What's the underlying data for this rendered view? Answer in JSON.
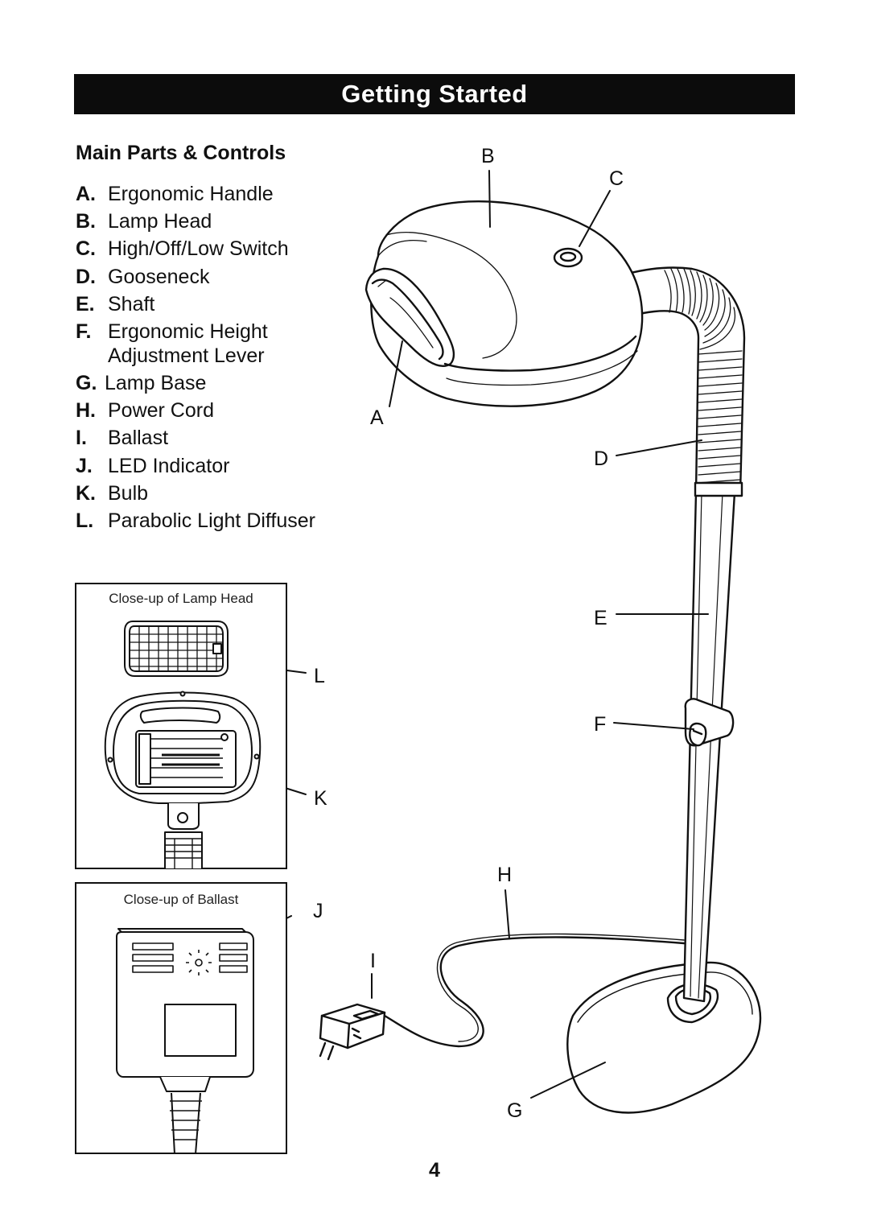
{
  "banner": {
    "title": "Getting Started"
  },
  "section": {
    "title": "Main Parts & Controls"
  },
  "parts": [
    {
      "key": "A.",
      "label": "Ergonomic Handle"
    },
    {
      "key": "B.",
      "label": "Lamp Head"
    },
    {
      "key": "C.",
      "label": "High/Off/Low Switch"
    },
    {
      "key": "D.",
      "label": "Gooseneck"
    },
    {
      "key": "E.",
      "label": "Shaft"
    },
    {
      "key": "F.",
      "label": "Ergonomic Height Adjustment Lever"
    },
    {
      "key": "G.",
      "label": "Lamp Base"
    },
    {
      "key": "H.",
      "label": "Power Cord"
    },
    {
      "key": "I.",
      "label": "Ballast"
    },
    {
      "key": "J.",
      "label": "LED Indicator"
    },
    {
      "key": "K.",
      "label": "Bulb"
    },
    {
      "key": "L.",
      "label": "Parabolic Light Diffuser"
    }
  ],
  "callouts": {
    "a": "A",
    "b": "B",
    "c": "C",
    "d": "D",
    "e": "E",
    "f": "F",
    "g": "G",
    "h": "H",
    "i": "I",
    "j": "J",
    "k": "K",
    "l": "L"
  },
  "inset_lamp_head": {
    "caption": "Close-up of Lamp Head"
  },
  "inset_ballast": {
    "caption": "Close-up of Ballast"
  },
  "page": {
    "number": "4"
  }
}
